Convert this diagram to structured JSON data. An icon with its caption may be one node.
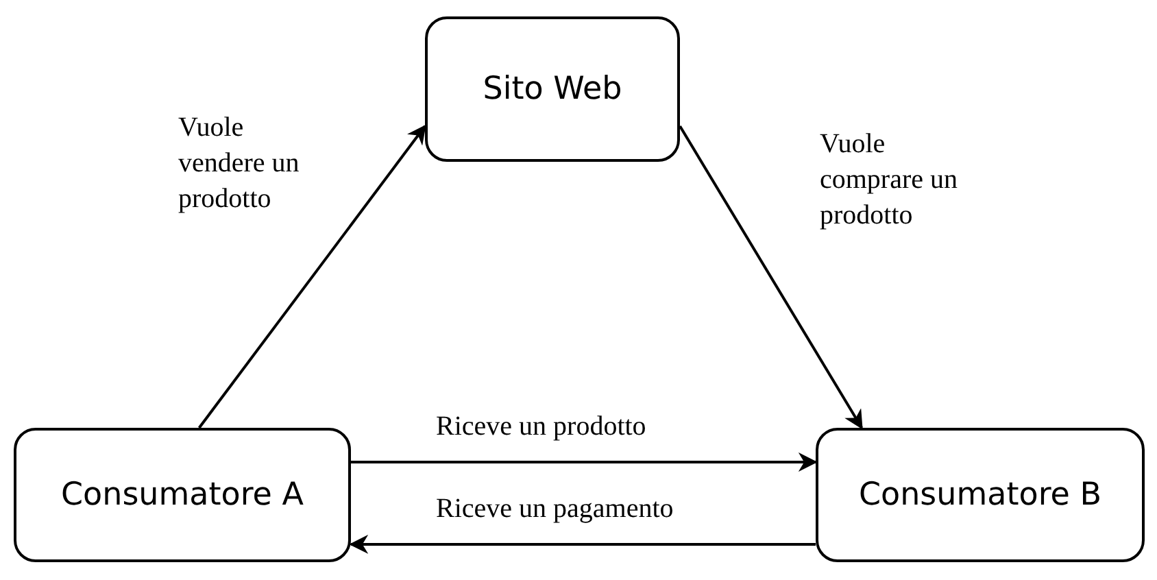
{
  "diagram": {
    "nodes": [
      {
        "text": [
          "Sito Web"
        ]
      },
      {
        "text": [
          "Consumatore A"
        ]
      },
      {
        "text": [
          "Consumatore B"
        ]
      }
    ],
    "edges": [
      {
        "from": 1,
        "to": 0,
        "arrow": "to",
        "label": "Vuole vendere un prodotto"
      },
      {
        "from": 0,
        "to": 2,
        "arrow": "to",
        "label": "Vuole comprare un prodotto"
      },
      {
        "from": 1,
        "to": 2,
        "arrow": "to",
        "label": "Riceve un prodotto"
      },
      {
        "from": 2,
        "to": 1,
        "arrow": "to",
        "label": "Riceve un pagamento"
      }
    ]
  }
}
